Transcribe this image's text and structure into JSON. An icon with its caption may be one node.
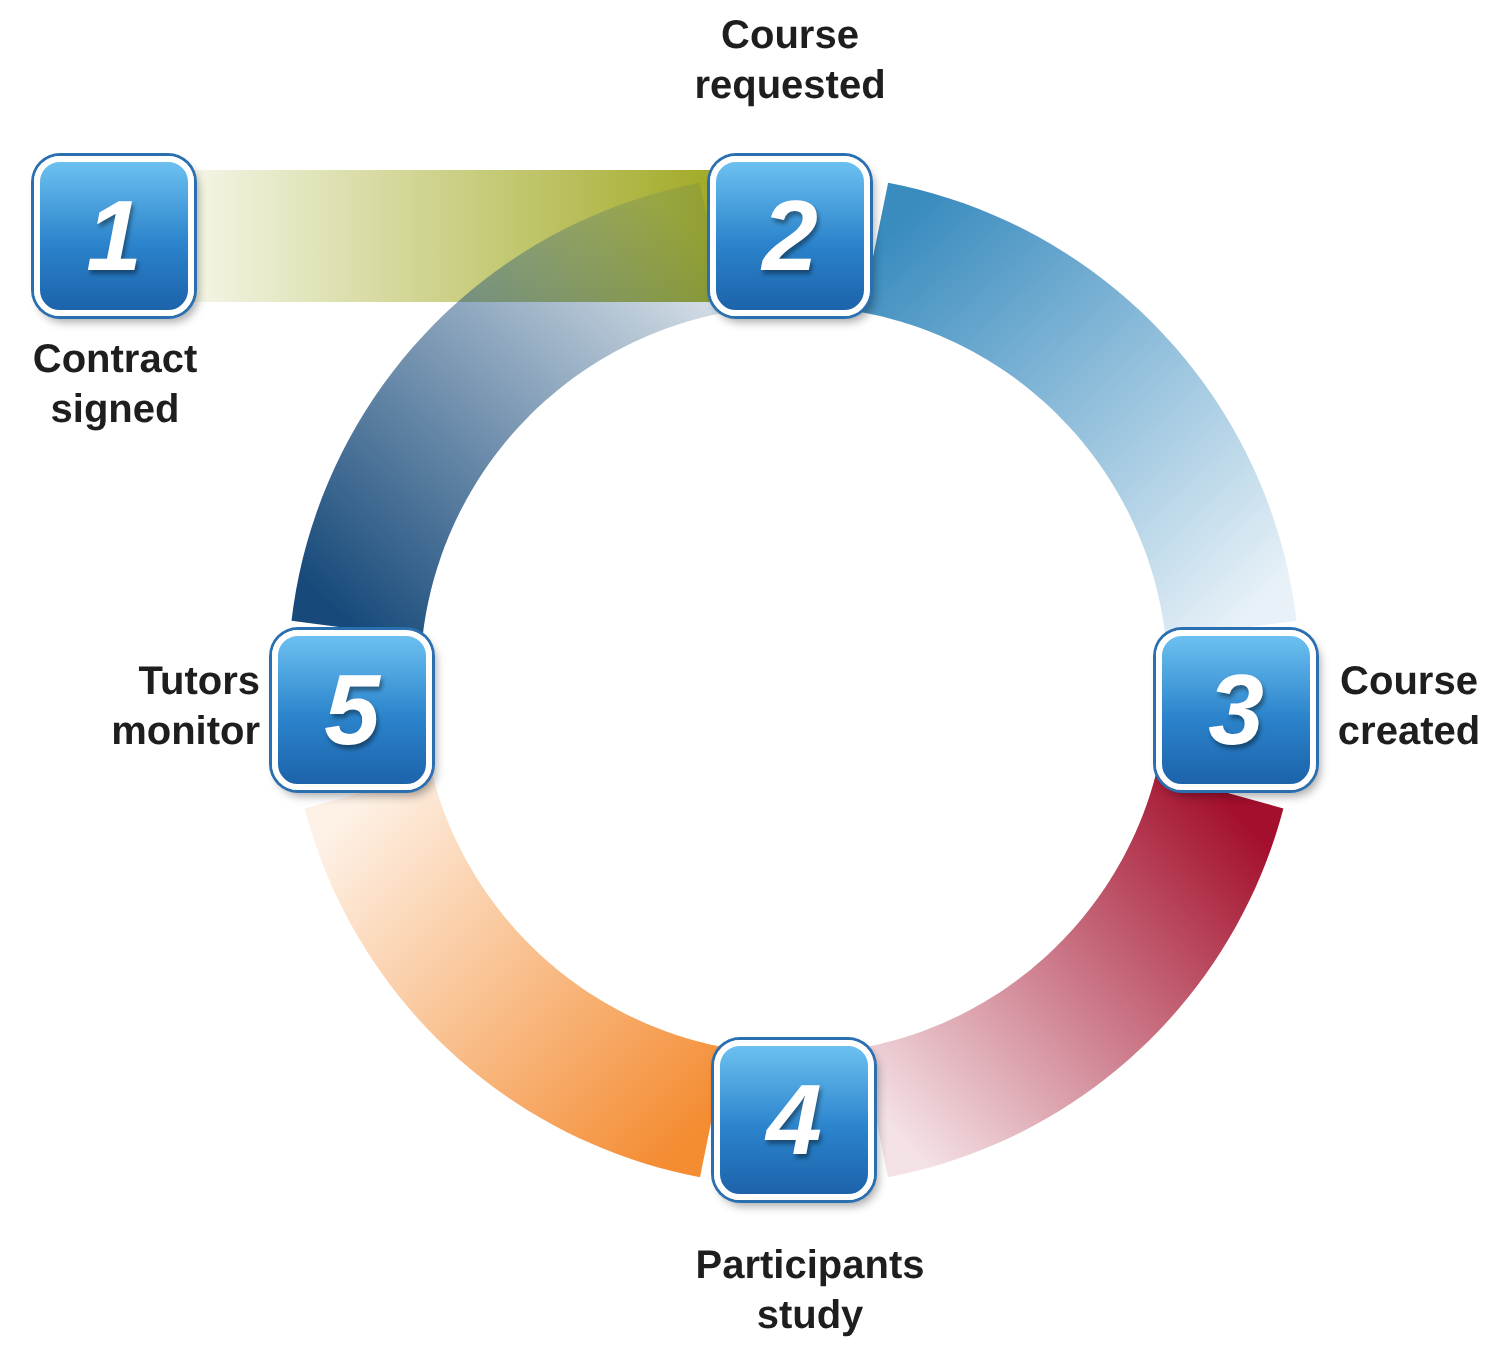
{
  "diagram": {
    "nodes": [
      {
        "text": [
          "1"
        ],
        "beside": [
          "Contract signed"
        ]
      },
      {
        "text": [
          "2"
        ],
        "beside": [
          "Course requested"
        ]
      },
      {
        "text": [
          "3"
        ],
        "beside": [
          "Course created"
        ]
      },
      {
        "text": [
          "4"
        ],
        "beside": [
          "Participants study"
        ]
      },
      {
        "text": [
          "5"
        ],
        "beside": [
          "Tutors monitor"
        ]
      }
    ],
    "edges": [
      {
        "from": 0,
        "to": 1,
        "arrow": "none",
        "style": "thick",
        "color": "#a3ab28"
      },
      {
        "from": 1,
        "to": 2,
        "arrow": "none",
        "style": "thick",
        "color": "#3a8cbf"
      },
      {
        "from": 2,
        "to": 3,
        "arrow": "none",
        "style": "thick",
        "color": "#a30f2c"
      },
      {
        "from": 3,
        "to": 4,
        "arrow": "none",
        "style": "thick",
        "color": "#f48c32"
      },
      {
        "from": 4,
        "to": 1,
        "arrow": "none",
        "style": "thick",
        "color": "#174a7a"
      }
    ]
  }
}
